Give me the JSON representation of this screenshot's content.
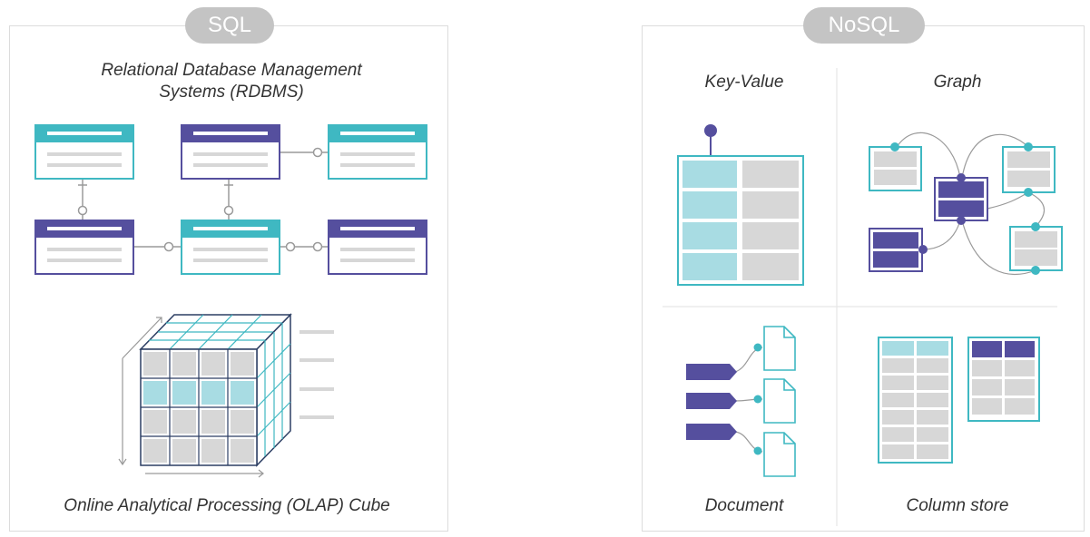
{
  "sql": {
    "badge": "SQL",
    "rdbms_title_line1": "Relational Database Management",
    "rdbms_title_line2": "Systems (RDBMS)",
    "olap_title": "Online Analytical Processing (OLAP) Cube"
  },
  "nosql": {
    "badge": "NoSQL",
    "key_value": "Key-Value",
    "graph": "Graph",
    "document": "Document",
    "column_store": "Column store"
  },
  "colors": {
    "teal": "#3fb8c2",
    "teal_light": "#a8dce3",
    "purple": "#554f9e",
    "gray": "#d7d7d7",
    "connector": "#9a9a9a"
  }
}
